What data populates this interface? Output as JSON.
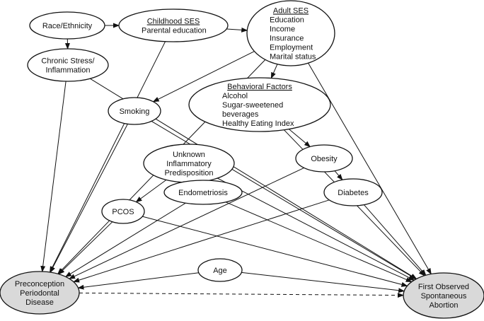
{
  "nodes": {
    "race": {
      "lines": [
        "Race/Ethnicity"
      ]
    },
    "childhood_ses": {
      "title": "Childhood SES",
      "lines": [
        "Parental education"
      ]
    },
    "adult_ses": {
      "title": "Adult SES",
      "lines": [
        "Education",
        "Income",
        "Insurance",
        "Employment",
        "Marital status"
      ]
    },
    "chronic_stress": {
      "lines": [
        "Chronic Stress/",
        "Inflammation"
      ]
    },
    "behavioral": {
      "title": "Behavioral Factors",
      "lines": [
        "Alcohol",
        "Sugar-sweetened",
        "beverages",
        "Healthy Eating Index"
      ]
    },
    "smoking": {
      "lines": [
        "Smoking"
      ]
    },
    "obesity": {
      "lines": [
        "Obesity"
      ]
    },
    "unknown": {
      "lines": [
        "Unknown",
        "Inflammatory",
        "Predisposition"
      ]
    },
    "endometriosis": {
      "lines": [
        "Endometriosis"
      ]
    },
    "diabetes": {
      "lines": [
        "Diabetes"
      ]
    },
    "pcos": {
      "lines": [
        "PCOS"
      ]
    },
    "age": {
      "lines": [
        "Age"
      ]
    },
    "perio": {
      "lines": [
        "Preconception",
        "Periodontal",
        "Disease"
      ]
    },
    "sab": {
      "lines": [
        "First Observed",
        "Spontaneous",
        "Abortion"
      ]
    }
  },
  "edges": [
    {
      "from": "race",
      "to": "childhood_ses"
    },
    {
      "from": "race",
      "to": "chronic_stress"
    },
    {
      "from": "childhood_ses",
      "to": "adult_ses"
    },
    {
      "from": "childhood_ses",
      "to": "perio"
    },
    {
      "from": "chronic_stress",
      "to": "perio"
    },
    {
      "from": "chronic_stress",
      "to": "sab"
    },
    {
      "from": "adult_ses",
      "to": "behavioral"
    },
    {
      "from": "adult_ses",
      "to": "smoking"
    },
    {
      "from": "adult_ses",
      "to": "perio"
    },
    {
      "from": "adult_ses",
      "to": "sab"
    },
    {
      "from": "behavioral",
      "to": "obesity"
    },
    {
      "from": "behavioral",
      "to": "sab"
    },
    {
      "from": "smoking",
      "to": "perio"
    },
    {
      "from": "smoking",
      "to": "sab"
    },
    {
      "from": "obesity",
      "to": "diabetes"
    },
    {
      "from": "obesity",
      "to": "perio"
    },
    {
      "from": "unknown",
      "to": "endometriosis"
    },
    {
      "from": "unknown",
      "to": "pcos"
    },
    {
      "from": "unknown",
      "to": "sab"
    },
    {
      "from": "endometriosis",
      "to": "perio"
    },
    {
      "from": "endometriosis",
      "to": "sab"
    },
    {
      "from": "diabetes",
      "to": "perio"
    },
    {
      "from": "diabetes",
      "to": "sab"
    },
    {
      "from": "pcos",
      "to": "perio"
    },
    {
      "from": "pcos",
      "to": "sab"
    },
    {
      "from": "age",
      "to": "perio"
    },
    {
      "from": "age",
      "to": "sab"
    },
    {
      "from": "perio",
      "to": "sab",
      "style": "dashed"
    }
  ]
}
